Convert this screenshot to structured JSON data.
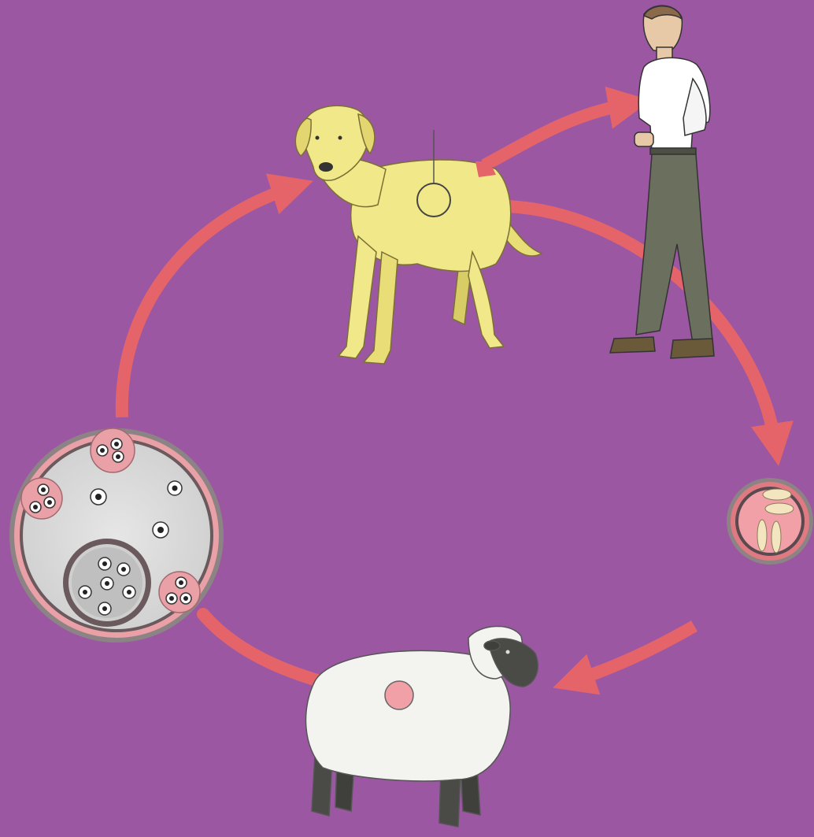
{
  "diagram": {
    "nodes": [
      {
        "id": "dog",
        "icon": "dog-icon"
      },
      {
        "id": "human",
        "icon": "human-icon"
      },
      {
        "id": "egg",
        "icon": "egg-icon"
      },
      {
        "id": "sheep",
        "icon": "sheep-icon"
      },
      {
        "id": "hydatid-cyst",
        "icon": "hydatid-cyst-icon"
      }
    ],
    "edges": [
      {
        "from": "dog",
        "to": "human"
      },
      {
        "from": "dog",
        "to": "egg"
      },
      {
        "from": "egg",
        "to": "sheep"
      },
      {
        "from": "sheep",
        "to": "hydatid-cyst"
      },
      {
        "from": "hydatid-cyst",
        "to": "dog"
      }
    ]
  },
  "colors": {
    "background": "#9b57a2",
    "arrow": "#e5646a",
    "dog": "#f1e88a",
    "sheep_wool": "#f3f3f0",
    "sheep_face": "#4a4a47",
    "cyst_fill": "#d9d9d9",
    "cyst_wall": "#e9a0a6",
    "shirt": "#ffffff",
    "trousers": "#6b6f5d"
  }
}
